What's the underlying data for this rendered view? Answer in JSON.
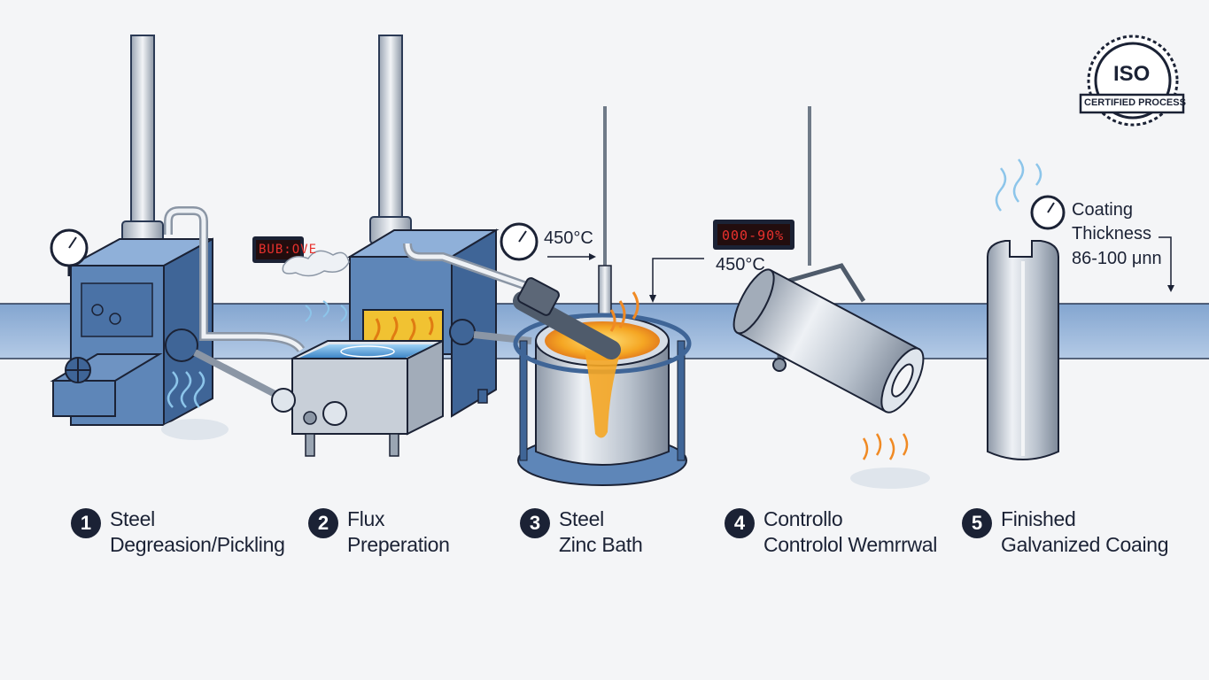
{
  "steps": [
    {
      "number": "1",
      "line1": "Steel",
      "line2": "Degreasion/Pickling"
    },
    {
      "number": "2",
      "line1": "Flux",
      "line2": "Preperation"
    },
    {
      "number": "3",
      "line1": "Steel",
      "line2": "Zinc Bath"
    },
    {
      "number": "4",
      "line1": "Controllo",
      "line2": "Controlol Wemrrwal"
    },
    {
      "number": "5",
      "line1": "Finished",
      "line2": "Galvanized Coaing"
    }
  ],
  "labels": {
    "temp_gauge": "450°C",
    "temp_display": "450°C",
    "display_readout_1": "BUB:OVE",
    "display_readout_2": "000-90%",
    "coating_line1": "Coating",
    "coating_line2": "Thickness",
    "coating_line3": "86-100 μnn"
  },
  "badge": {
    "top_text": "ISO",
    "bottom_text": "CERTIFIED PROCESS"
  },
  "colors": {
    "navy": "#1b2235",
    "machine_blue": "#5e86b8",
    "belt_blue": "#8fb0d9",
    "steel": "#c8cfd8",
    "molten_zinc": "#f5a623",
    "digital_red": "#e8312d"
  }
}
